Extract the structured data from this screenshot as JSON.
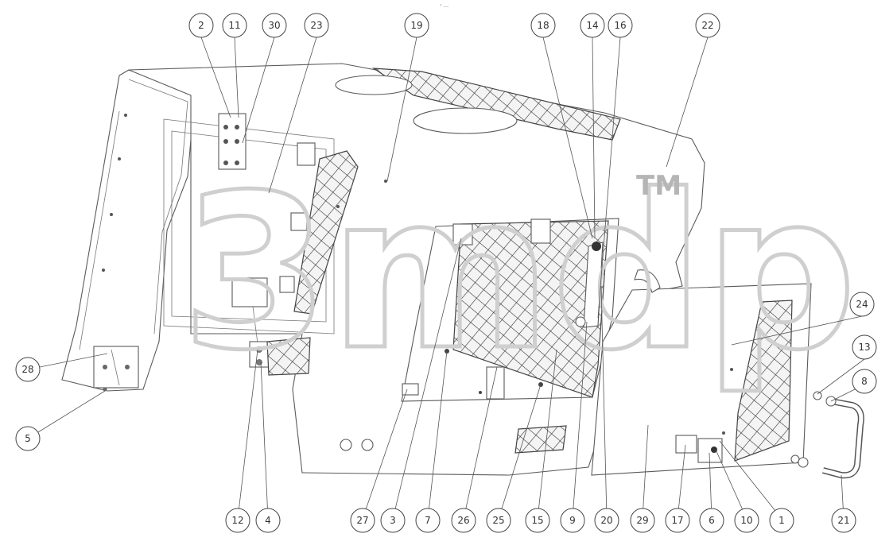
{
  "watermark": {
    "text": "3mdp",
    "trademark": "TM"
  },
  "top_mark": "\" ---",
  "callouts": [
    "2",
    "11",
    "30",
    "23",
    "19",
    "18",
    "14",
    "16",
    "22",
    "24",
    "13",
    "8",
    "28",
    "5",
    "12",
    "4",
    "27",
    "3",
    "7",
    "26",
    "25",
    "15",
    "9",
    "20",
    "29",
    "17",
    "6",
    "10",
    "1",
    "21"
  ]
}
